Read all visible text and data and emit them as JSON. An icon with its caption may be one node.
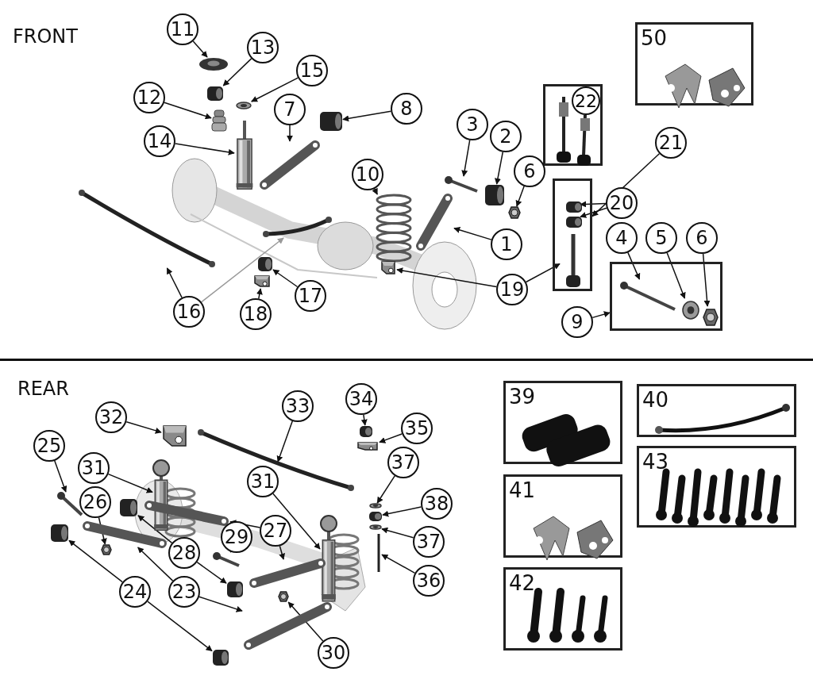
{
  "diagram": {
    "nodes": [
      {
        "text": [
          "11"
        ]
      },
      {
        "text": [],
        "shape": "picture"
      },
      {
        "text": [
          "13"
        ]
      },
      {
        "text": [],
        "shape": "picture"
      },
      {
        "text": [
          "15"
        ]
      },
      {
        "text": [],
        "shape": "picture"
      },
      {
        "text": [
          "12"
        ]
      },
      {
        "text": [],
        "shape": "picture"
      },
      {
        "text": [
          "14"
        ]
      },
      {
        "text": [],
        "shape": "picture"
      },
      {
        "text": [
          "7"
        ]
      },
      {
        "text": [],
        "shape": "picture"
      },
      {
        "text": [
          "8"
        ]
      },
      {
        "text": [],
        "shape": "picture"
      },
      {
        "text": [
          "3"
        ]
      },
      {
        "text": [],
        "shape": "picture"
      },
      {
        "text": [
          "2"
        ]
      },
      {
        "text": [],
        "shape": "picture"
      },
      {
        "text": [
          "6"
        ]
      },
      {
        "text": [],
        "shape": "picture"
      },
      {
        "text": [
          "10"
        ]
      },
      {
        "text": [],
        "shape": "picture"
      },
      {
        "text": [
          "22"
        ]
      },
      {
        "text": [
          "21"
        ]
      },
      {
        "text": [],
        "shape": "box"
      },
      {
        "text": [],
        "shape": "picture",
        "in": 24
      },
      {
        "text": [],
        "shape": "picture",
        "in": 24
      },
      {
        "text": [
          "20"
        ]
      },
      {
        "text": [],
        "shape": "picture",
        "in": 24
      },
      {
        "text": [
          "1"
        ]
      },
      {
        "text": [],
        "shape": "picture"
      },
      {
        "text": [
          "19"
        ]
      },
      {
        "text": [],
        "shape": "picture"
      },
      {
        "text": [
          "4"
        ]
      },
      {
        "text": [
          "5"
        ]
      },
      {
        "text": [
          "6"
        ]
      },
      {
        "text": [],
        "shape": "box"
      },
      {
        "text": [],
        "shape": "picture",
        "in": 36
      },
      {
        "text": [],
        "shape": "picture",
        "in": 36
      },
      {
        "text": [],
        "shape": "picture",
        "in": 36
      },
      {
        "text": [
          "9"
        ]
      },
      {
        "text": [
          "50"
        ]
      },
      {
        "text": [
          "16"
        ]
      },
      {
        "text": [],
        "shape": "picture"
      },
      {
        "text": [],
        "shape": "picture"
      },
      {
        "text": [
          "17"
        ]
      },
      {
        "text": [],
        "shape": "picture"
      },
      {
        "text": [
          "18"
        ]
      },
      {
        "text": [],
        "shape": "picture"
      },
      {
        "text": [
          "32"
        ]
      },
      {
        "text": [],
        "shape": "picture"
      },
      {
        "text": [
          "33"
        ]
      },
      {
        "text": [],
        "shape": "picture"
      },
      {
        "text": [
          "34"
        ]
      },
      {
        "text": [],
        "shape": "picture"
      },
      {
        "text": [
          "35"
        ]
      },
      {
        "text": [],
        "shape": "picture"
      },
      {
        "text": [
          "25"
        ]
      },
      {
        "text": [],
        "shape": "picture"
      },
      {
        "text": [
          "31"
        ]
      },
      {
        "text": [],
        "shape": "picture"
      },
      {
        "text": [
          "26"
        ]
      },
      {
        "text": [],
        "shape": "picture"
      },
      {
        "text": [
          "31"
        ]
      },
      {
        "text": [],
        "shape": "picture"
      },
      {
        "text": [
          "37"
        ]
      },
      {
        "text": [],
        "shape": "picture"
      },
      {
        "text": [
          "38"
        ]
      },
      {
        "text": [],
        "shape": "picture"
      },
      {
        "text": [
          "37"
        ]
      },
      {
        "text": [],
        "shape": "picture"
      },
      {
        "text": [
          "36"
        ]
      },
      {
        "text": [],
        "shape": "picture"
      },
      {
        "text": [
          "28"
        ]
      },
      {
        "text": [],
        "shape": "picture"
      },
      {
        "text": [],
        "shape": "picture"
      },
      {
        "text": [
          "29"
        ]
      },
      {
        "text": [],
        "shape": "picture"
      },
      {
        "text": [
          "27"
        ]
      },
      {
        "text": [],
        "shape": "picture"
      },
      {
        "text": [],
        "shape": "picture"
      },
      {
        "text": [
          "23"
        ]
      },
      {
        "text": [],
        "shape": "picture"
      },
      {
        "text": [],
        "shape": "picture"
      },
      {
        "text": [
          "24"
        ]
      },
      {
        "text": [],
        "shape": "picture"
      },
      {
        "text": [],
        "shape": "picture"
      },
      {
        "text": [
          "30"
        ]
      },
      {
        "text": [],
        "shape": "picture"
      },
      {
        "text": [
          "39"
        ]
      },
      {
        "text": [
          "40"
        ]
      },
      {
        "text": [
          "43"
        ]
      },
      {
        "text": [
          "41"
        ]
      },
      {
        "text": [
          "42"
        ]
      }
    ],
    "edges": [
      {
        "from": 0,
        "to": 1,
        "arrow": "to"
      },
      {
        "from": 2,
        "to": 3,
        "arrow": "to"
      },
      {
        "from": 4,
        "to": 5,
        "arrow": "to"
      },
      {
        "from": 6,
        "to": 7,
        "arrow": "to"
      },
      {
        "from": 8,
        "to": 9,
        "arrow": "to"
      },
      {
        "from": 10,
        "to": 11,
        "arrow": "to"
      },
      {
        "from": 12,
        "to": 13,
        "arrow": "to"
      },
      {
        "from": 14,
        "to": 15,
        "arrow": "to"
      },
      {
        "from": 16,
        "to": 17,
        "arrow": "to"
      },
      {
        "from": 18,
        "to": 19,
        "arrow": "to"
      },
      {
        "from": 20,
        "to": 21,
        "arrow": "to"
      },
      {
        "from": 23,
        "to": 24,
        "arrow": "to"
      },
      {
        "from": 27,
        "to": 25,
        "arrow": "to"
      },
      {
        "from": 27,
        "to": 26,
        "arrow": "to"
      },
      {
        "from": 29,
        "to": 30,
        "arrow": "to"
      },
      {
        "from": 31,
        "to": 32,
        "arrow": "to"
      },
      {
        "from": 31,
        "to": 28,
        "arrow": "to"
      },
      {
        "from": 33,
        "to": 37,
        "arrow": "to"
      },
      {
        "from": 34,
        "to": 38,
        "arrow": "to"
      },
      {
        "from": 35,
        "to": 39,
        "arrow": "to"
      },
      {
        "from": 40,
        "to": 36,
        "arrow": "to"
      },
      {
        "from": 42,
        "to": 43,
        "arrow": "to"
      },
      {
        "from": 42,
        "to": 44,
        "arrow": "to",
        "color": "#999999"
      },
      {
        "from": 45,
        "to": 46,
        "arrow": "to"
      },
      {
        "from": 47,
        "to": 48,
        "arrow": "to"
      },
      {
        "from": 49,
        "to": 50,
        "arrow": "to"
      },
      {
        "from": 51,
        "to": 52,
        "arrow": "to"
      },
      {
        "from": 53,
        "to": 54,
        "arrow": "to"
      },
      {
        "from": 55,
        "to": 56,
        "arrow": "to"
      },
      {
        "from": 57,
        "to": 58,
        "arrow": "to"
      },
      {
        "from": 59,
        "to": 60,
        "arrow": "to"
      },
      {
        "from": 61,
        "to": 62,
        "arrow": "to"
      },
      {
        "from": 63,
        "to": 64,
        "arrow": "to"
      },
      {
        "from": 65,
        "to": 66,
        "arrow": "to"
      },
      {
        "from": 67,
        "to": 68,
        "arrow": "to"
      },
      {
        "from": 69,
        "to": 70,
        "arrow": "to"
      },
      {
        "from": 71,
        "to": 72,
        "arrow": "to"
      },
      {
        "from": 73,
        "to": 74,
        "arrow": "to"
      },
      {
        "from": 73,
        "to": 75,
        "arrow": "to"
      },
      {
        "from": 76,
        "to": 77,
        "arrow": "to"
      },
      {
        "from": 78,
        "to": 79,
        "arrow": "to"
      },
      {
        "from": 78,
        "to": 80,
        "arrow": "to"
      },
      {
        "from": 81,
        "to": 82,
        "arrow": "to"
      },
      {
        "from": 81,
        "to": 83,
        "arrow": "to"
      },
      {
        "from": 84,
        "to": 85,
        "arrow": "to"
      },
      {
        "from": 84,
        "to": 86,
        "arrow": "to"
      },
      {
        "from": 87,
        "to": 88,
        "arrow": "to"
      }
    ],
    "labels": [
      "FRONT",
      "REAR"
    ]
  }
}
